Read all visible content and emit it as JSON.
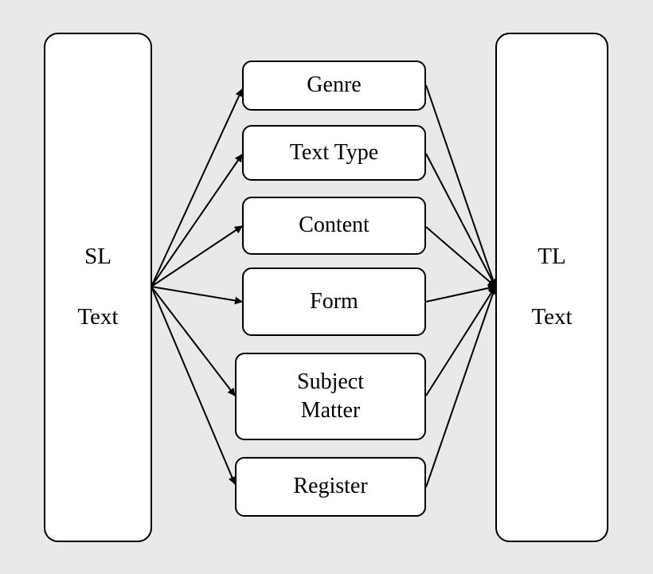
{
  "diagram": {
    "source": {
      "line1": "SL",
      "line2": "Text"
    },
    "target": {
      "line1": "TL",
      "line2": "Text"
    },
    "factors": [
      {
        "id": "genre",
        "lines": [
          "Genre"
        ]
      },
      {
        "id": "text-type",
        "lines": [
          "Text Type"
        ]
      },
      {
        "id": "content",
        "lines": [
          "Content"
        ]
      },
      {
        "id": "form",
        "lines": [
          "Form"
        ]
      },
      {
        "id": "subject-matter",
        "lines": [
          "Subject",
          "Matter"
        ]
      },
      {
        "id": "register",
        "lines": [
          "Register"
        ]
      }
    ]
  },
  "colors": {
    "background": "#e9e9e9",
    "box_fill": "#ffffff",
    "stroke": "#000000"
  }
}
